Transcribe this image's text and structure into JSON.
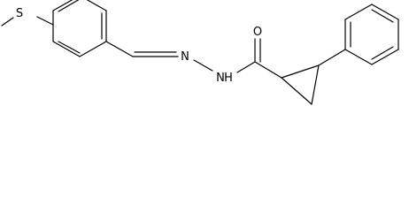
{
  "molecule": {
    "atoms": [
      {
        "symbol": "S"
      },
      {
        "symbol": "N"
      },
      {
        "symbol": "N"
      },
      {
        "symbol": "H"
      },
      {
        "symbol": "O"
      }
    ],
    "colors": {
      "bond": "#000000",
      "label": "#000000",
      "background": "#ffffff"
    }
  }
}
